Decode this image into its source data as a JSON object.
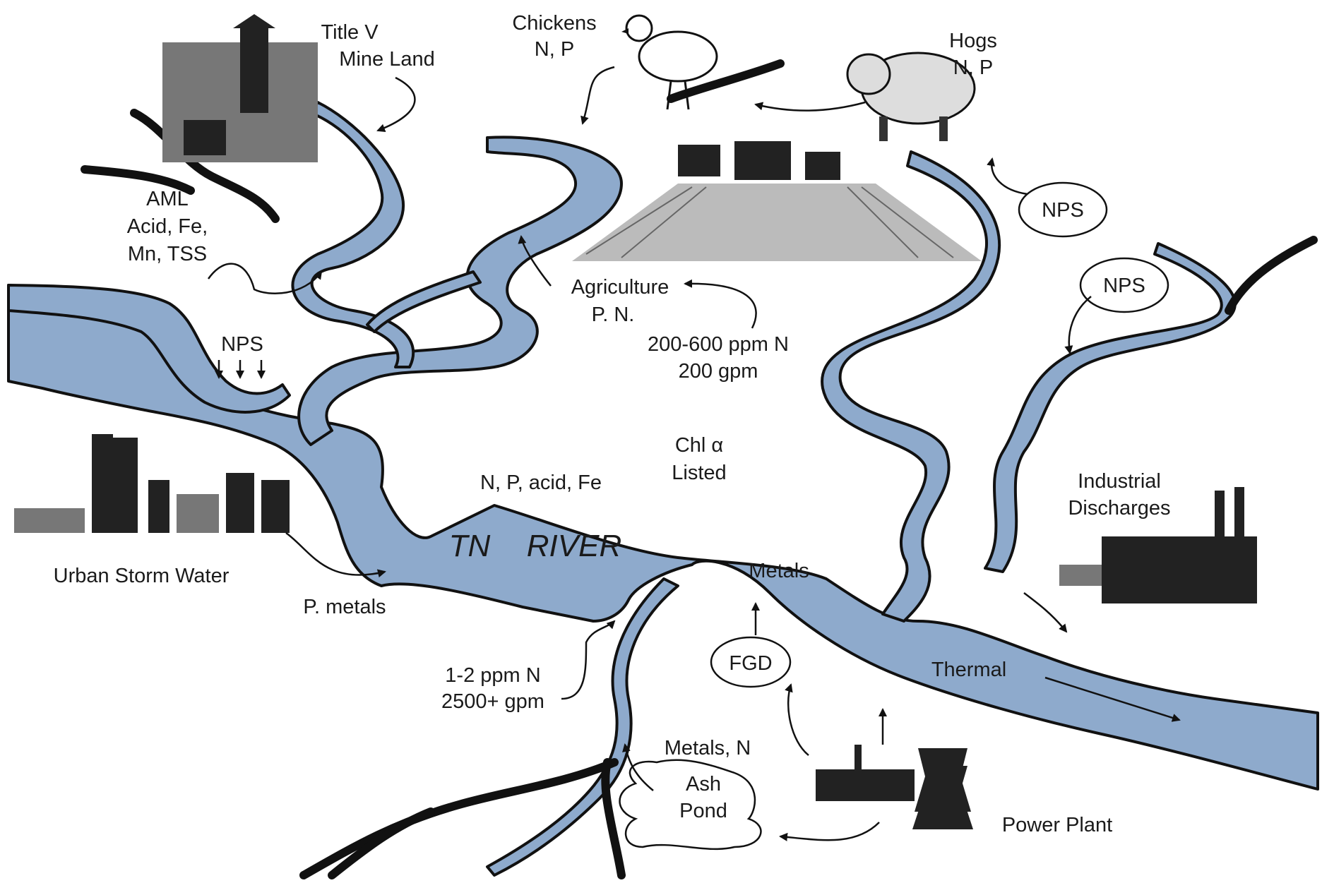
{
  "diagram": {
    "river_name_1": "TN",
    "river_name_2": "RIVER",
    "sources": {
      "title_v": {
        "line1": "Title V",
        "line2": "Mine Land"
      },
      "chickens": {
        "line1": "Chickens",
        "line2": "N, P"
      },
      "hogs": {
        "line1": "Hogs",
        "line2": "N, P"
      },
      "aml": {
        "line1": "AML",
        "line2": "Acid, Fe,",
        "line3": "Mn, TSS"
      },
      "nps_left": "NPS",
      "nps_right_top": "NPS",
      "nps_right_mid": "NPS",
      "agriculture": {
        "line1": "Agriculture",
        "line2": "P. N."
      },
      "ag_flow": {
        "line1": "200-600 ppm N",
        "line2": "200 gpm"
      },
      "river_load": "N, P, acid, Fe",
      "chl": {
        "line1": "Chl α",
        "line2": "Listed"
      },
      "industrial": {
        "line1": "Industrial",
        "line2": "Discharges"
      },
      "urban": "Urban Storm Water",
      "p_metals": "P. metals",
      "metals": "Metals",
      "fgd": "FGD",
      "flow_lower": {
        "line1": "1-2 ppm N",
        "line2": "2500+ gpm"
      },
      "thermal": "Thermal",
      "metals_n": "Metals, N",
      "ash_pond": {
        "line1": "Ash",
        "line2": "Pond"
      },
      "power_plant": "Power Plant"
    }
  }
}
